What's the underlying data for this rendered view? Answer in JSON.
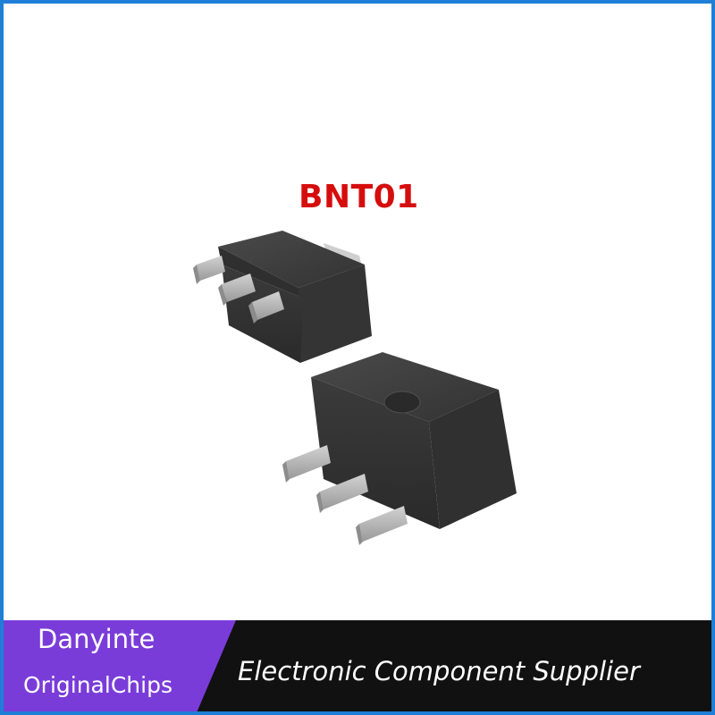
{
  "product": {
    "part_number": "BNT01"
  },
  "banner": {
    "brand_name": "Danyinte",
    "brand_tagline": "OriginalChips",
    "supplier_text": "Electronic Component Supplier"
  },
  "colors": {
    "frame_border": "#1f7fd6",
    "part_number_text": "#d60d0d",
    "banner_purple": "#7a3cd9",
    "banner_dark": "#111111",
    "chip_body": "#3a3a3a",
    "chip_lead": "#b9b9b9"
  }
}
